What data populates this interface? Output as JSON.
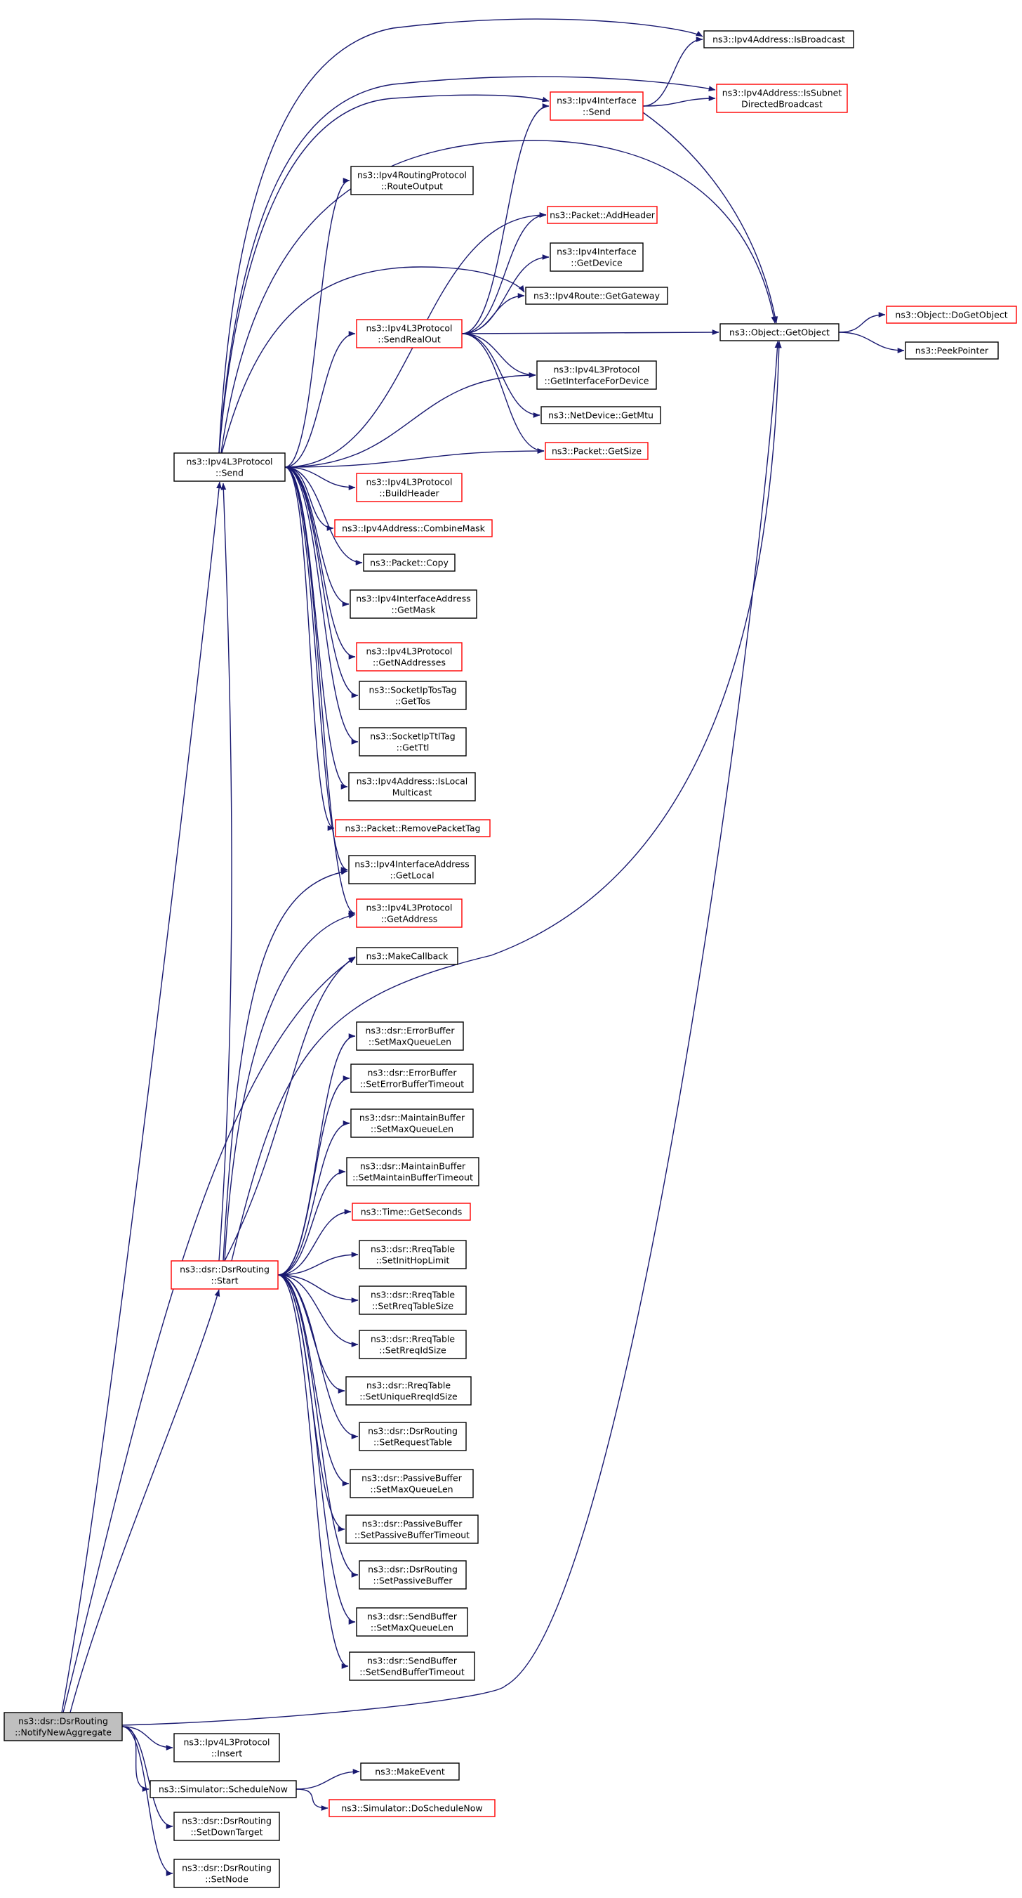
{
  "diagram": {
    "nodes": [
      {
        "id": "notify",
        "lines": [
          "ns3::dsr::DsrRouting",
          "::NotifyNewAggregate"
        ],
        "style": "root"
      },
      {
        "id": "l3send",
        "lines": [
          "ns3::Ipv4L3Protocol",
          "::Send"
        ],
        "style": "black"
      },
      {
        "id": "dsrstart",
        "lines": [
          "ns3::dsr::DsrRouting",
          "::Start"
        ],
        "style": "red"
      },
      {
        "id": "l3insert",
        "lines": [
          "ns3::Ipv4L3Protocol",
          "::Insert"
        ],
        "style": "black"
      },
      {
        "id": "schednow",
        "lines": [
          "ns3::Simulator::ScheduleNow"
        ],
        "style": "black"
      },
      {
        "id": "setdown",
        "lines": [
          "ns3::dsr::DsrRouting",
          "::SetDownTarget"
        ],
        "style": "black"
      },
      {
        "id": "setnode",
        "lines": [
          "ns3::dsr::DsrRouting",
          "::SetNode"
        ],
        "style": "black"
      },
      {
        "id": "isbroadcast",
        "lines": [
          "ns3::Ipv4Address::IsBroadcast"
        ],
        "style": "black"
      },
      {
        "id": "issubnet",
        "lines": [
          "ns3::Ipv4Address::IsSubnet",
          "DirectedBroadcast"
        ],
        "style": "red"
      },
      {
        "id": "ifsend",
        "lines": [
          "ns3::Ipv4Interface",
          "::Send"
        ],
        "style": "red"
      },
      {
        "id": "routeout",
        "lines": [
          "ns3::Ipv4RoutingProtocol",
          "::RouteOutput"
        ],
        "style": "black"
      },
      {
        "id": "addheader",
        "lines": [
          "ns3::Packet::AddHeader"
        ],
        "style": "red"
      },
      {
        "id": "getdevice",
        "lines": [
          "ns3::Ipv4Interface",
          "::GetDevice"
        ],
        "style": "black"
      },
      {
        "id": "getgateway",
        "lines": [
          "ns3::Ipv4Route::GetGateway"
        ],
        "style": "black"
      },
      {
        "id": "sendrealout",
        "lines": [
          "ns3::Ipv4L3Protocol",
          "::SendRealOut"
        ],
        "style": "red"
      },
      {
        "id": "getobject",
        "lines": [
          "ns3::Object::GetObject"
        ],
        "style": "black"
      },
      {
        "id": "dogetobject",
        "lines": [
          "ns3::Object::DoGetObject"
        ],
        "style": "red"
      },
      {
        "id": "peekpointer",
        "lines": [
          "ns3::PeekPointer"
        ],
        "style": "black"
      },
      {
        "id": "getiffordev",
        "lines": [
          "ns3::Ipv4L3Protocol",
          "::GetInterfaceForDevice"
        ],
        "style": "black"
      },
      {
        "id": "getmtu",
        "lines": [
          "ns3::NetDevice::GetMtu"
        ],
        "style": "black"
      },
      {
        "id": "getsize",
        "lines": [
          "ns3::Packet::GetSize"
        ],
        "style": "red"
      },
      {
        "id": "buildheader",
        "lines": [
          "ns3::Ipv4L3Protocol",
          "::BuildHeader"
        ],
        "style": "red"
      },
      {
        "id": "combinemask",
        "lines": [
          "ns3::Ipv4Address::CombineMask"
        ],
        "style": "red"
      },
      {
        "id": "pktcopy",
        "lines": [
          "ns3::Packet::Copy"
        ],
        "style": "black"
      },
      {
        "id": "getmask",
        "lines": [
          "ns3::Ipv4InterfaceAddress",
          "::GetMask"
        ],
        "style": "black"
      },
      {
        "id": "getnaddr",
        "lines": [
          "ns3::Ipv4L3Protocol",
          "::GetNAddresses"
        ],
        "style": "red"
      },
      {
        "id": "gettos",
        "lines": [
          "ns3::SocketIpTosTag",
          "::GetTos"
        ],
        "style": "black"
      },
      {
        "id": "getttl",
        "lines": [
          "ns3::SocketIpTtlTag",
          "::GetTtl"
        ],
        "style": "black"
      },
      {
        "id": "islocalmc",
        "lines": [
          "ns3::Ipv4Address::IsLocal",
          "Multicast"
        ],
        "style": "black"
      },
      {
        "id": "removetag",
        "lines": [
          "ns3::Packet::RemovePacketTag"
        ],
        "style": "red"
      },
      {
        "id": "getlocal",
        "lines": [
          "ns3::Ipv4InterfaceAddress",
          "::GetLocal"
        ],
        "style": "black"
      },
      {
        "id": "getaddress",
        "lines": [
          "ns3::Ipv4L3Protocol",
          "::GetAddress"
        ],
        "style": "red"
      },
      {
        "id": "makecallback",
        "lines": [
          "ns3::MakeCallback"
        ],
        "style": "black"
      },
      {
        "id": "errmaxq",
        "lines": [
          "ns3::dsr::ErrorBuffer",
          "::SetMaxQueueLen"
        ],
        "style": "black"
      },
      {
        "id": "errtimeout",
        "lines": [
          "ns3::dsr::ErrorBuffer",
          "::SetErrorBufferTimeout"
        ],
        "style": "black"
      },
      {
        "id": "mntmaxq",
        "lines": [
          "ns3::dsr::MaintainBuffer",
          "::SetMaxQueueLen"
        ],
        "style": "black"
      },
      {
        "id": "mnttimeout",
        "lines": [
          "ns3::dsr::MaintainBuffer",
          "::SetMaintainBufferTimeout"
        ],
        "style": "black"
      },
      {
        "id": "getseconds",
        "lines": [
          "ns3::Time::GetSeconds"
        ],
        "style": "red"
      },
      {
        "id": "inithop",
        "lines": [
          "ns3::dsr::RreqTable",
          "::SetInitHopLimit"
        ],
        "style": "black"
      },
      {
        "id": "rreqsize",
        "lines": [
          "ns3::dsr::RreqTable",
          "::SetRreqTableSize"
        ],
        "style": "black"
      },
      {
        "id": "rreqidsize",
        "lines": [
          "ns3::dsr::RreqTable",
          "::SetRreqIdSize"
        ],
        "style": "black"
      },
      {
        "id": "uniqueid",
        "lines": [
          "ns3::dsr::RreqTable",
          "::SetUniqueRreqIdSize"
        ],
        "style": "black"
      },
      {
        "id": "setreqtable",
        "lines": [
          "ns3::dsr::DsrRouting",
          "::SetRequestTable"
        ],
        "style": "black"
      },
      {
        "id": "pasmaxq",
        "lines": [
          "ns3::dsr::PassiveBuffer",
          "::SetMaxQueueLen"
        ],
        "style": "black"
      },
      {
        "id": "pastimeout",
        "lines": [
          "ns3::dsr::PassiveBuffer",
          "::SetPassiveBufferTimeout"
        ],
        "style": "black"
      },
      {
        "id": "setpassive",
        "lines": [
          "ns3::dsr::DsrRouting",
          "::SetPassiveBuffer"
        ],
        "style": "black"
      },
      {
        "id": "sendmaxq",
        "lines": [
          "ns3::dsr::SendBuffer",
          "::SetMaxQueueLen"
        ],
        "style": "black"
      },
      {
        "id": "sendtimeout",
        "lines": [
          "ns3::dsr::SendBuffer",
          "::SetSendBufferTimeout"
        ],
        "style": "black"
      },
      {
        "id": "makeevent",
        "lines": [
          "ns3::MakeEvent"
        ],
        "style": "black"
      },
      {
        "id": "doschednow",
        "lines": [
          "ns3::Simulator::DoScheduleNow"
        ],
        "style": "red"
      }
    ],
    "edges": [
      [
        "notify",
        "l3send"
      ],
      [
        "notify",
        "dsrstart"
      ],
      [
        "notify",
        "l3insert"
      ],
      [
        "notify",
        "schednow"
      ],
      [
        "notify",
        "setdown"
      ],
      [
        "notify",
        "setnode"
      ],
      [
        "notify",
        "getobject"
      ],
      [
        "notify",
        "makecallback"
      ],
      [
        "l3send",
        "isbroadcast"
      ],
      [
        "l3send",
        "issubnet"
      ],
      [
        "l3send",
        "ifsend"
      ],
      [
        "l3send",
        "routeout"
      ],
      [
        "l3send",
        "getobject"
      ],
      [
        "l3send",
        "addheader"
      ],
      [
        "l3send",
        "getgateway"
      ],
      [
        "l3send",
        "sendrealout"
      ],
      [
        "l3send",
        "getiffordev"
      ],
      [
        "l3send",
        "getsize"
      ],
      [
        "l3send",
        "buildheader"
      ],
      [
        "l3send",
        "combinemask"
      ],
      [
        "l3send",
        "pktcopy"
      ],
      [
        "l3send",
        "getmask"
      ],
      [
        "l3send",
        "getnaddr"
      ],
      [
        "l3send",
        "gettos"
      ],
      [
        "l3send",
        "getttl"
      ],
      [
        "l3send",
        "islocalmc"
      ],
      [
        "l3send",
        "removetag"
      ],
      [
        "l3send",
        "getlocal"
      ],
      [
        "l3send",
        "getaddress"
      ],
      [
        "ifsend",
        "isbroadcast"
      ],
      [
        "ifsend",
        "issubnet"
      ],
      [
        "ifsend",
        "getobject"
      ],
      [
        "sendrealout",
        "ifsend"
      ],
      [
        "sendrealout",
        "addheader"
      ],
      [
        "sendrealout",
        "getdevice"
      ],
      [
        "sendrealout",
        "getgateway"
      ],
      [
        "sendrealout",
        "getobject"
      ],
      [
        "sendrealout",
        "getiffordev"
      ],
      [
        "sendrealout",
        "getmtu"
      ],
      [
        "sendrealout",
        "getsize"
      ],
      [
        "getobject",
        "dogetobject"
      ],
      [
        "getobject",
        "peekpointer"
      ],
      [
        "dsrstart",
        "l3send"
      ],
      [
        "dsrstart",
        "getlocal"
      ],
      [
        "dsrstart",
        "getaddress"
      ],
      [
        "dsrstart",
        "makecallback"
      ],
      [
        "dsrstart",
        "getobject"
      ],
      [
        "dsrstart",
        "errmaxq"
      ],
      [
        "dsrstart",
        "errtimeout"
      ],
      [
        "dsrstart",
        "mntmaxq"
      ],
      [
        "dsrstart",
        "mnttimeout"
      ],
      [
        "dsrstart",
        "getseconds"
      ],
      [
        "dsrstart",
        "inithop"
      ],
      [
        "dsrstart",
        "rreqsize"
      ],
      [
        "dsrstart",
        "rreqidsize"
      ],
      [
        "dsrstart",
        "uniqueid"
      ],
      [
        "dsrstart",
        "setreqtable"
      ],
      [
        "dsrstart",
        "pasmaxq"
      ],
      [
        "dsrstart",
        "pastimeout"
      ],
      [
        "dsrstart",
        "setpassive"
      ],
      [
        "dsrstart",
        "sendmaxq"
      ],
      [
        "dsrstart",
        "sendtimeout"
      ],
      [
        "schednow",
        "makeevent"
      ],
      [
        "schednow",
        "doschednow"
      ]
    ]
  },
  "colors": {
    "edge": "#191970",
    "red_border": "#ff0000",
    "black_border": "#000000",
    "root_fill": "#bfbfbf"
  }
}
